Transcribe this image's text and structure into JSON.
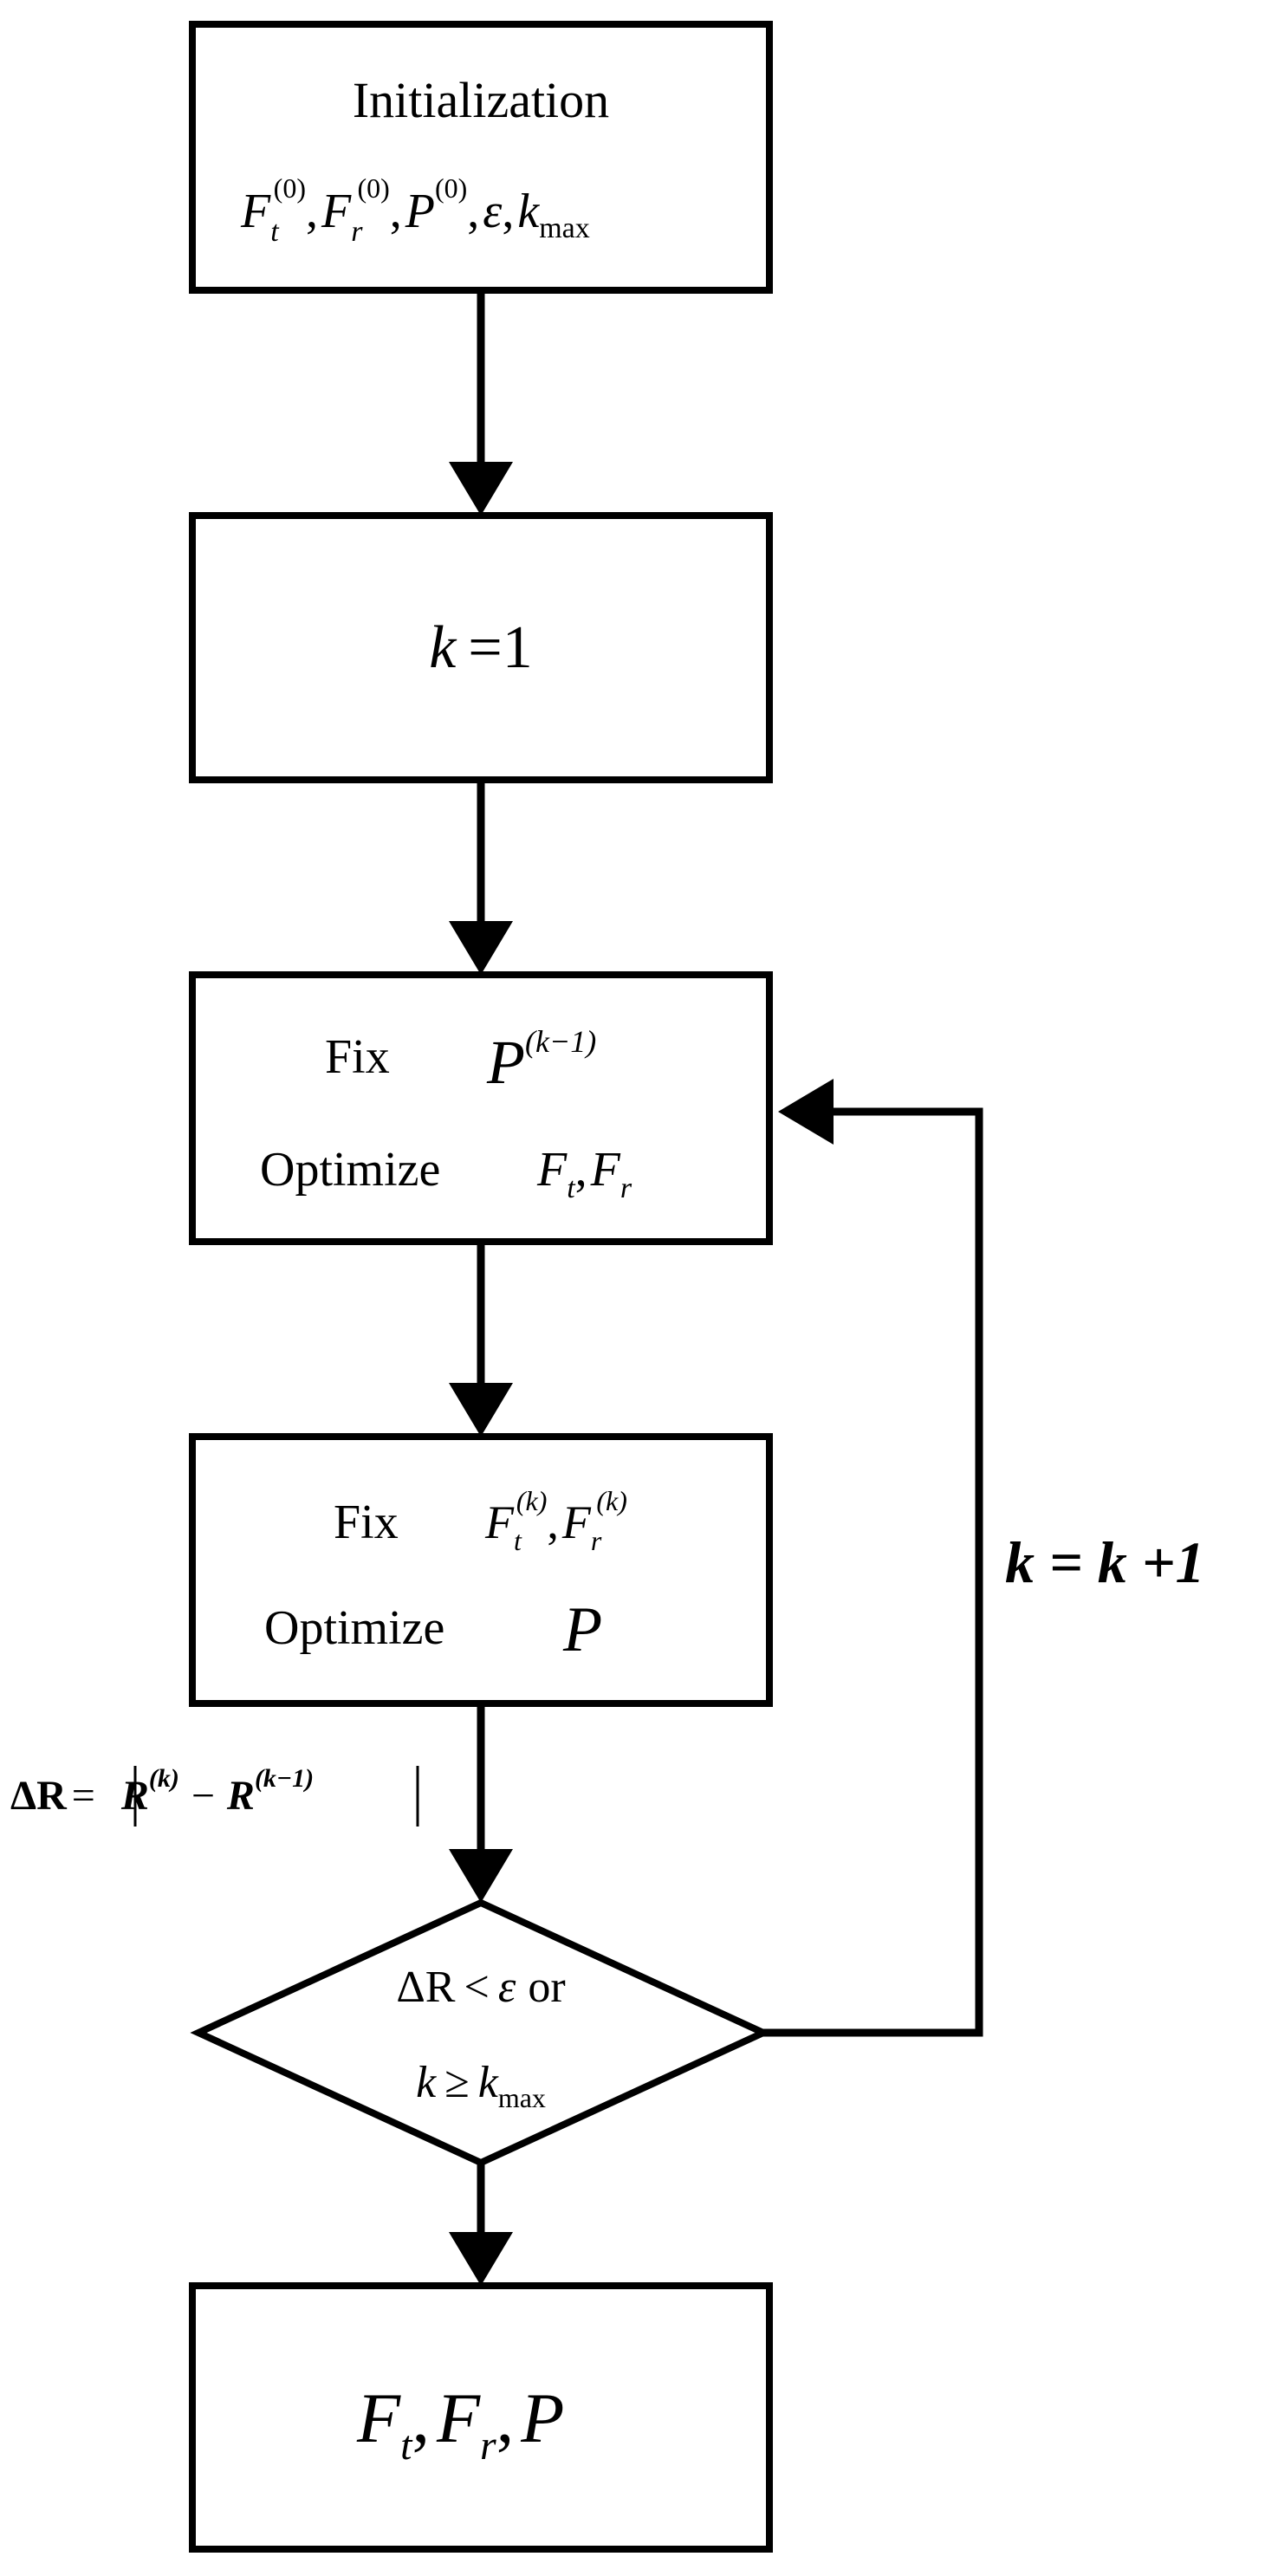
{
  "diagram": {
    "type": "flowchart",
    "nodes": {
      "init": {
        "title": "Initialization",
        "params": {
          "Ft0": {
            "base": "F",
            "sub": "t",
            "sup": "(0)"
          },
          "Fr0": {
            "base": "F",
            "sub": "r",
            "sup": "(0)"
          },
          "P0": {
            "base": "P",
            "sup": "(0)"
          },
          "eps": "ε",
          "kmax": {
            "base": "k",
            "sub": "max"
          },
          "sep": ","
        }
      },
      "k_init": {
        "var": "k",
        "eq": "=",
        "value": "1"
      },
      "step1": {
        "fix_label": "Fix",
        "fix_var": {
          "base": "P",
          "sup": "(k−1)"
        },
        "optimize_label": "Optimize",
        "optimize_vars": {
          "Ft": {
            "base": "F",
            "sub": "t"
          },
          "Fr": {
            "base": "F",
            "sub": "r"
          }
        },
        "sep": ","
      },
      "step2": {
        "fix_label": "Fix",
        "fix_vars": {
          "Ftk": {
            "base": "F",
            "sub": "t",
            "sup": "(k)"
          },
          "Frk": {
            "base": "F",
            "sub": "r",
            "sup": "(k)"
          }
        },
        "optimize_label": "Optimize",
        "optimize_var": "P",
        "sep": ","
      },
      "decision": {
        "line1": {
          "var": "ΔR",
          "op": "<",
          "eps": "ε",
          "word": "or"
        },
        "line2": {
          "var": "k",
          "op": "≥",
          "kmax": {
            "base": "k",
            "sub": "max"
          }
        }
      },
      "output": {
        "Ft": {
          "base": "F",
          "sub": "t"
        },
        "Fr": {
          "base": "F",
          "sub": "r"
        },
        "P": "P",
        "sep": ","
      }
    },
    "edges": {
      "delta_label": {
        "lhs": "ΔR",
        "eq": "=",
        "Rk": {
          "base": "R",
          "sup": "(k)"
        },
        "minus": "−",
        "Rk1": {
          "base": "R",
          "sup": "(k−1)"
        }
      },
      "loop_label": {
        "text": "k = k +1"
      }
    }
  }
}
